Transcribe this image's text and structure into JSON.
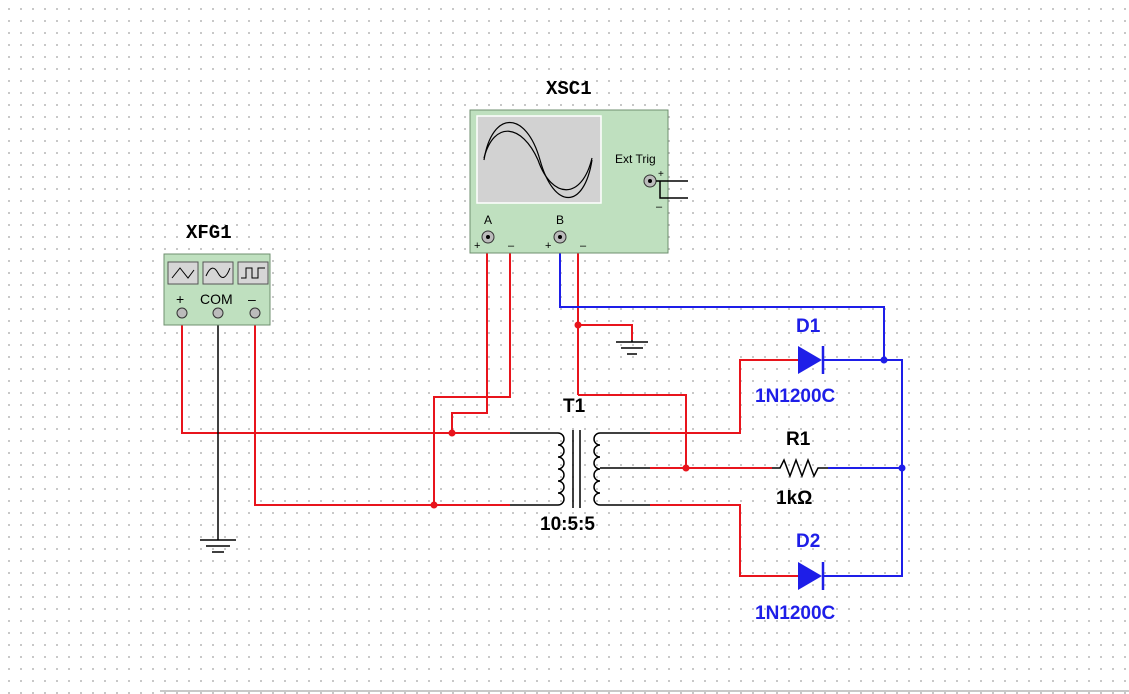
{
  "function_generator": {
    "ref": "XFG1",
    "terminal_plus": "+",
    "terminal_com": "COM",
    "terminal_minus": "–"
  },
  "oscilloscope": {
    "ref": "XSC1",
    "channel_a": "A",
    "channel_b": "B",
    "ext_trig": "Ext Trig",
    "plus": "+",
    "minus": "–"
  },
  "transformer": {
    "ref": "T1",
    "ratio": "10:5:5"
  },
  "resistor": {
    "ref": "R1",
    "value": "1kΩ"
  },
  "diode1": {
    "ref": "D1",
    "model": "1N1200C"
  },
  "diode2": {
    "ref": "D2",
    "model": "1N1200C"
  },
  "colors": {
    "red_wire": "#e8141c",
    "blue_wire": "#1e1ee8",
    "instrument_fill": "#bfe0bf",
    "screen_fill": "#d2d2d2"
  }
}
